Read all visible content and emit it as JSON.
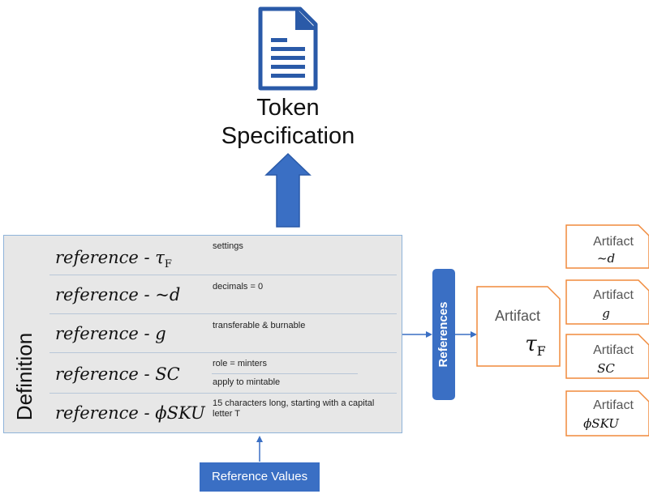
{
  "spec_title": "Token Specification",
  "definition_label": "Definition",
  "references_label": "References",
  "reference_values_label": "Reference Values",
  "rows": [
    {
      "prefix": "reference - ",
      "symbol": "τ",
      "subscript": "F",
      "note": "settings"
    },
    {
      "prefix": "reference - ",
      "symbol": "~d",
      "subscript": "",
      "note": "decimals = 0"
    },
    {
      "prefix": "reference - ",
      "symbol": "g",
      "subscript": "",
      "note": "transferable & burnable"
    },
    {
      "prefix": "reference - ",
      "symbol": "SC",
      "subscript": "",
      "note": "role = minters",
      "note2": "apply to mintable"
    },
    {
      "prefix": "reference - ",
      "symbol": "ϕSKU",
      "subscript": "",
      "note": "15 characters long, starting with a capital letter T"
    }
  ],
  "main_artifact": {
    "title": "Artifact",
    "symbol": "τ",
    "subscript": "F"
  },
  "artifacts": [
    {
      "title": "Artifact",
      "symbol": "~d"
    },
    {
      "title": "Artifact",
      "symbol": "g"
    },
    {
      "title": "Artifact",
      "symbol": "SC"
    },
    {
      "title": "Artifact",
      "symbol": "ϕSKU"
    }
  ],
  "colors": {
    "blue": "#3a6fc4",
    "orange": "#f08a3c",
    "definition_bg": "#e7e7e7"
  },
  "icons": [
    "document-icon"
  ]
}
